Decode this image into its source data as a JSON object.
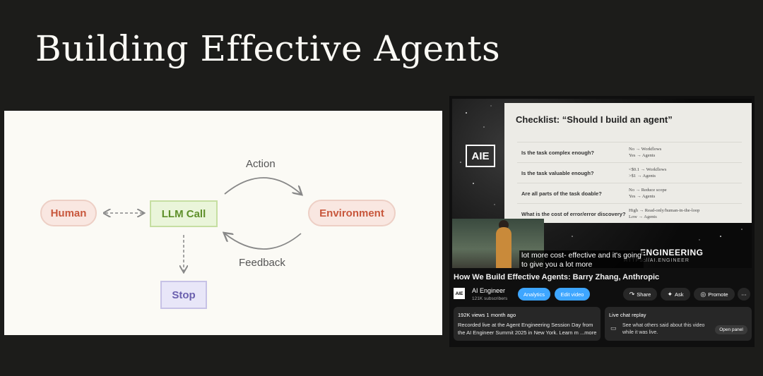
{
  "slide": {
    "title": "Building Effective Agents"
  },
  "diagram": {
    "nodes": {
      "human": "Human",
      "llm_call": "LLM Call",
      "environment": "Environment",
      "stop": "Stop"
    },
    "edges": {
      "action": "Action",
      "feedback": "Feedback"
    }
  },
  "youtube": {
    "channel_logo_text": "AIE",
    "checklist": {
      "title": "Checklist: “Should I build an agent”",
      "rows": [
        {
          "question": "Is the task complex enough?",
          "answer_1": "No → Workflows",
          "answer_2": "Yes → Agents"
        },
        {
          "question": "Is the task valuable enough?",
          "answer_1": "<$0.1 → Workflows",
          "answer_2": ">$1 → Agents"
        },
        {
          "question": "Are all parts of the task doable?",
          "answer_1": "No → Reduce scope",
          "answer_2": "Yes → Agents"
        },
        {
          "question": "What is the cost of error/error discovery?",
          "answer_1": "High → Read-only/human-in-the-loop",
          "answer_2": "Low → Agents"
        }
      ]
    },
    "caption_line_1": "lot more cost- effective and it's going",
    "caption_line_2": "to give you a lot more",
    "conference_brand": "ENGINEERING",
    "conference_url": "HTTPS://AI.ENGINEER",
    "video_title": "How We Build Effective Agents: Barry Zhang, Anthropic",
    "channel": {
      "avatar_text": "AIE",
      "name": "AI Engineer",
      "subscribers": "121K subscribers"
    },
    "buttons": {
      "analytics": "Analytics",
      "edit_video": "Edit video",
      "share": "Share",
      "ask": "Ask",
      "promote": "Promote",
      "more": "⋯"
    },
    "description": {
      "meta": "192K views  1 month ago",
      "text": "Recorded live at the Agent Engineering Session Day from the AI Engineer Summit 2025 in New York. Learn m",
      "more": "...more"
    },
    "live_chat": {
      "header": "Live chat replay",
      "text": "See what others said about this video while it was live.",
      "open_panel": "Open panel"
    },
    "colors": {
      "accent_blue": "#3ea6ff",
      "background": "#0f0f0f",
      "card": "#272727"
    }
  }
}
